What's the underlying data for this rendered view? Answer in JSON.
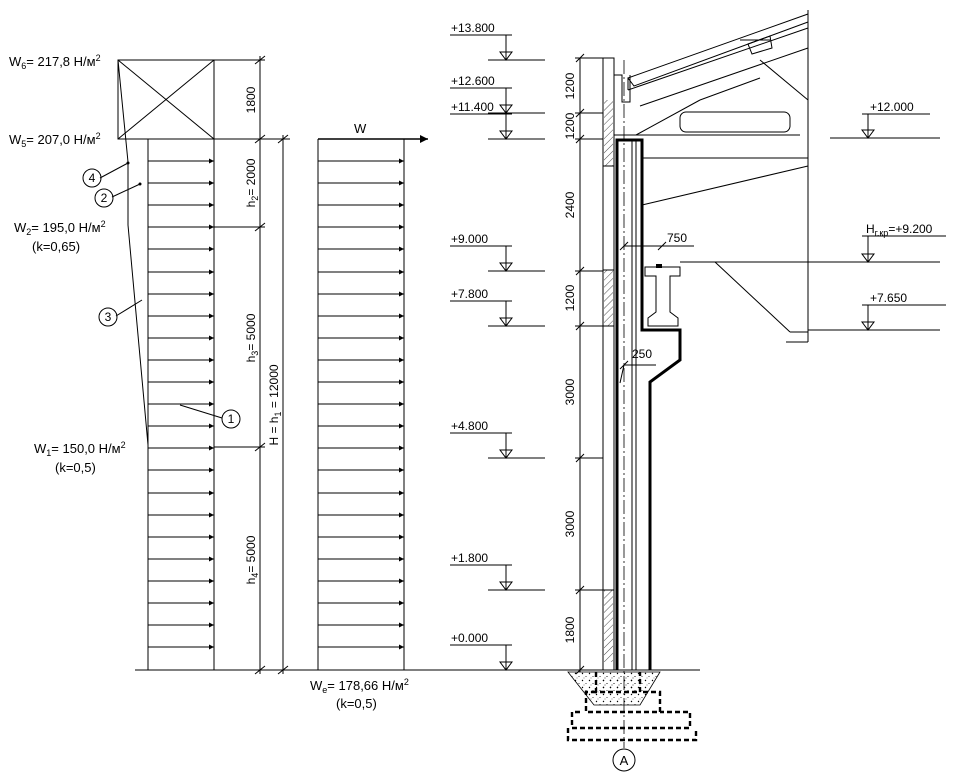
{
  "loads": {
    "w6": {
      "name": "W",
      "sub": "6",
      "value": "= 217,8 Н/м",
      "sup": "2"
    },
    "w5": {
      "name": "W",
      "sub": "5",
      "value": "= 207,0 Н/м",
      "sup": "2"
    },
    "w2": {
      "name": "W",
      "sub": "2",
      "value": "= 195,0 Н/м",
      "sup": "2",
      "k": "(k=0,65)"
    },
    "w1": {
      "name": "W",
      "sub": "1",
      "value": "= 150,0 Н/м",
      "sup": "2",
      "k": "(k=0,5)"
    },
    "we": {
      "name": "W",
      "sub": "e",
      "value": "= 178,66 Н/м",
      "sup": "2",
      "k": "(k=0,5)"
    },
    "w_arrow": "W"
  },
  "callouts": [
    "1",
    "2",
    "3",
    "4"
  ],
  "heights": {
    "d1800_top": "1800",
    "h2": {
      "name": "h",
      "sub": "2",
      "value": "= 2000"
    },
    "h3": {
      "name": "h",
      "sub": "3",
      "value": "= 5000"
    },
    "h4": {
      "name": "h",
      "sub": "4",
      "value": "= 5000"
    },
    "H": {
      "text": "H = h",
      "sub": "1",
      "value": " = 12000"
    }
  },
  "levels": [
    "+13.800",
    "+12.600",
    "+11.400",
    "+9.000",
    "+7.800",
    "+4.800",
    "+1.800",
    "+0.000"
  ],
  "right_levels": {
    "l12": "+12.000",
    "hkr": {
      "name": "H",
      "sub": "г.кр",
      "value": "=+9.200"
    },
    "l7650": "+7.650"
  },
  "wall_dims": [
    "1200",
    "1200",
    "2400",
    "1200",
    "3000",
    "3000",
    "1800"
  ],
  "section_dims": {
    "d750": "750",
    "d250": "250"
  },
  "axis": "А"
}
